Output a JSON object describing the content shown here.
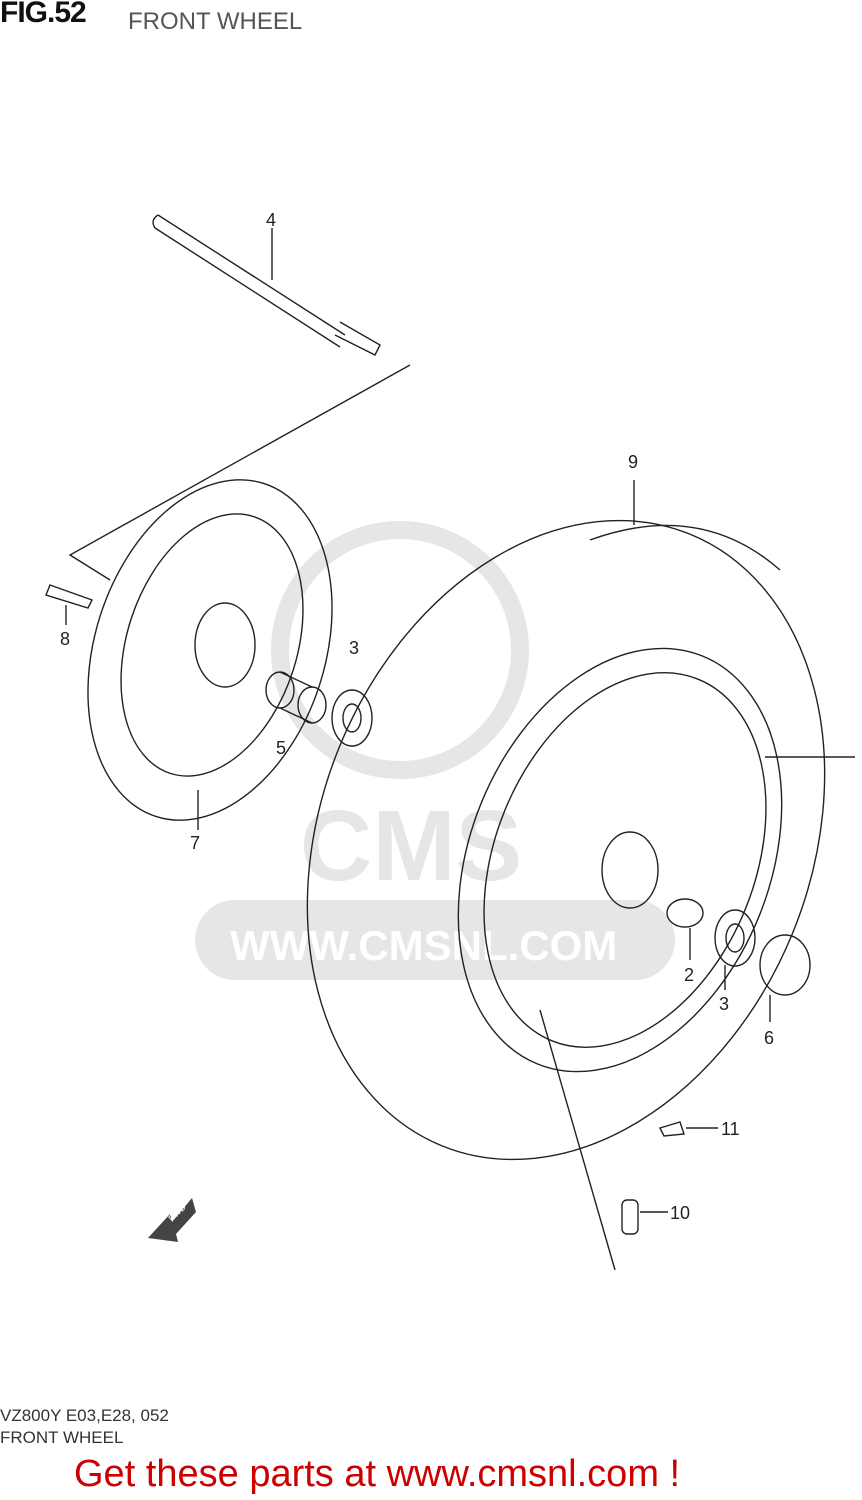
{
  "header": {
    "figure": "FIG.52",
    "title": "FRONT WHEEL"
  },
  "footer": {
    "model_code": "VZ800Y E03,E28, 052",
    "title": "FRONT WHEEL",
    "promo": "Get these parts at www.cmsnl.com !"
  },
  "watermark": {
    "logo_text": "CMS",
    "url": "WWW.CMSNL.COM"
  },
  "diagram": {
    "direction_marker": "FWD",
    "part_labels": [
      "4",
      "9",
      "8",
      "3",
      "5",
      "7",
      "2",
      "3",
      "6",
      "11",
      "10"
    ]
  }
}
